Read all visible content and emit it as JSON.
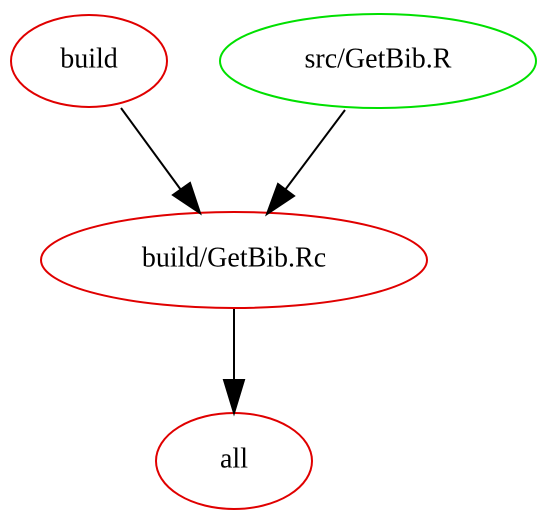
{
  "colors": {
    "red_node": "#e00000",
    "green_node": "#00e000",
    "edge": "#000000",
    "background": "#ffffff",
    "label": "#000000"
  },
  "nodes": {
    "build": {
      "label": "build",
      "border_color": "#e00000"
    },
    "src_getbib": {
      "label": "src/GetBib.R",
      "border_color": "#00e000"
    },
    "build_getbib": {
      "label": "build/GetBib.Rc",
      "border_color": "#e00000"
    },
    "all": {
      "label": "all",
      "border_color": "#e00000"
    }
  },
  "edges": [
    {
      "from": "build",
      "to": "build_getbib"
    },
    {
      "from": "src_getbib",
      "to": "build_getbib"
    },
    {
      "from": "build_getbib",
      "to": "all"
    }
  ]
}
